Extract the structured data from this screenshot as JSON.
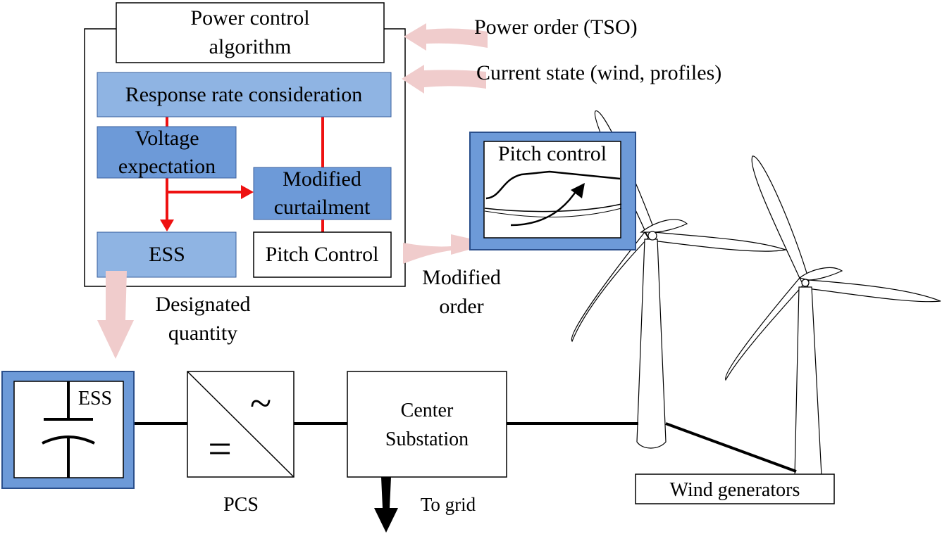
{
  "control": {
    "algorithm_line1": "Power control",
    "algorithm_line2": "algorithm",
    "response_rate": "Response rate consideration",
    "voltage_line1": "Voltage",
    "voltage_line2": "expectation",
    "curtail_line1": "Modified",
    "curtail_line2": "curtailment",
    "ess": "ESS",
    "pitch": "Pitch Control"
  },
  "inputs": {
    "power_order": "Power order (TSO)",
    "current_state": "Current state (wind, profiles)"
  },
  "outputs": {
    "modified_order_line1": "Modified",
    "modified_order_line2": "order",
    "designated_line1": "Designated",
    "designated_line2": "quantity"
  },
  "pitch_panel": {
    "title": "Pitch control"
  },
  "system": {
    "ess_label": "ESS",
    "pcs_label": "PCS",
    "ac_symbol": "~",
    "dc_symbol": "=",
    "substation_line1": "Center",
    "substation_line2": "Substation",
    "to_grid": "To grid",
    "wind_generators": "Wind generators"
  },
  "colors": {
    "block_light": "#8fb4e3",
    "block_dark": "#6d9ad8",
    "panel_border": "#4f7cc9",
    "arrow_pink": "#f0cccc",
    "link_red": "#ee1111"
  }
}
